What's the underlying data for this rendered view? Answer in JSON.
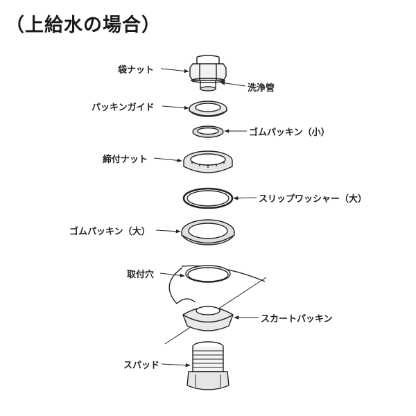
{
  "title": "（上給水の場合）",
  "parts": {
    "fukuro_nut": "袋ナット",
    "senjokan": "洗浄管",
    "packing_guide": "パッキンガイド",
    "gom_packing_small": "ゴムパッキン（小）",
    "shimetsuke_nut": "締付ナット",
    "slip_washer_large": "スリップワッシャー（大）",
    "gom_packing_large": "ゴムパッキン（大）",
    "toritsuke_ana": "取付穴",
    "skirt_packing": "スカートパッキン",
    "spud": "スパッド"
  }
}
